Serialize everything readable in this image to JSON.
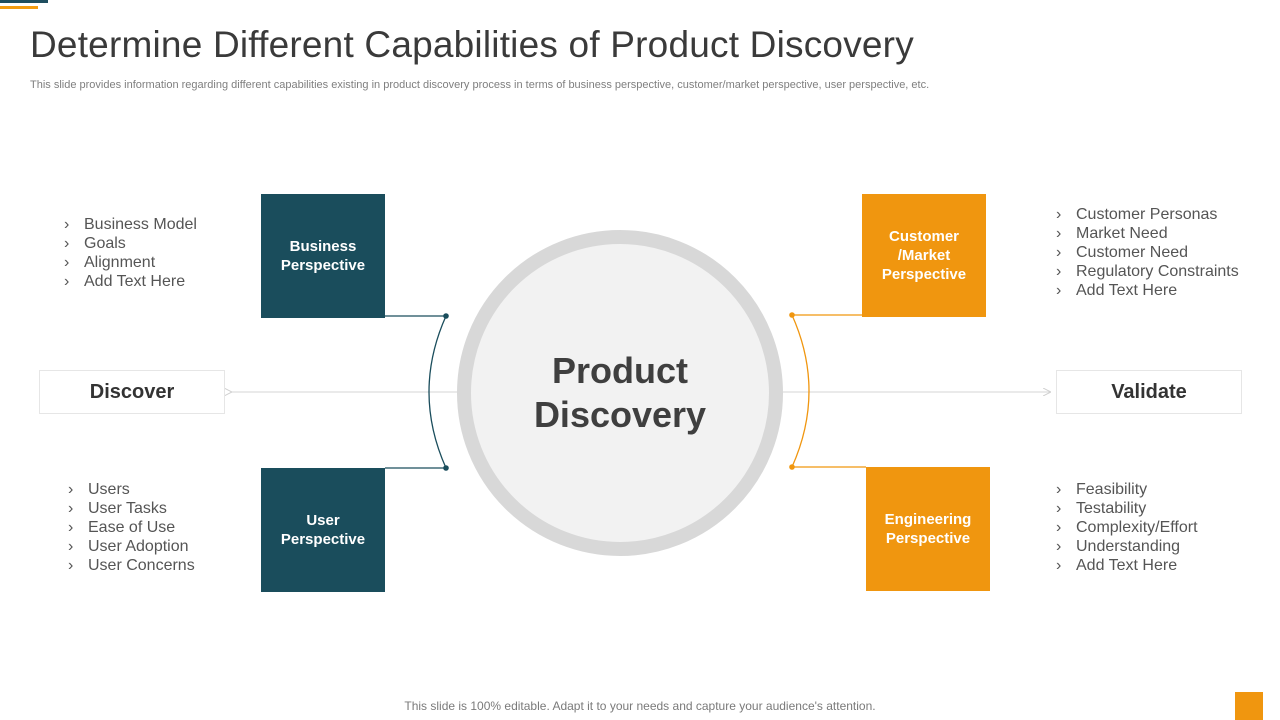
{
  "title": "Determine Different Capabilities of Product Discovery",
  "subtitle": "This slide provides information regarding different capabilities existing in product discovery process in terms of business perspective, customer/market perspective, user perspective, etc.",
  "center": {
    "label": "Product Discovery"
  },
  "left_label": "Discover",
  "right_label": "Validate",
  "perspectives": {
    "business": {
      "label": "Business Perspective",
      "items": [
        "Business Model",
        "Goals",
        "Alignment",
        "Add Text Here"
      ]
    },
    "customer": {
      "label": "Customer /Market Perspective",
      "items": [
        "Customer Personas",
        "Market Need",
        "Customer Need",
        "Regulatory Constraints",
        "Add Text Here"
      ]
    },
    "user": {
      "label": "User Perspective",
      "items": [
        "Users",
        "User Tasks",
        "Ease of Use",
        "User Adoption",
        "User Concerns"
      ]
    },
    "engineering": {
      "label": "Engineering Perspective",
      "items": [
        "Feasibility",
        "Testability",
        "Complexity/Effort",
        "Understanding",
        "Add Text Here"
      ]
    }
  },
  "bullet_glyph": "›",
  "footer": "This slide is 100% editable. Adapt it to your needs and capture your audience's attention.",
  "colors": {
    "teal": "#1a4d5c",
    "orange": "#f0960f",
    "circle_fill": "#f2f2f2",
    "circle_ring": "#d8d8d8"
  }
}
